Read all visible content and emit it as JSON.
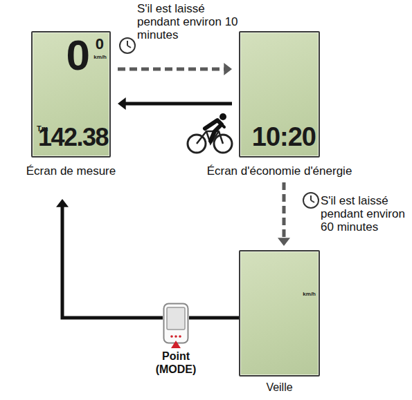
{
  "diagram": {
    "nodes": [
      {
        "text": [
          "Écran de mesure",
          "0",
          "0",
          "km/h",
          "Tm",
          "142.38"
        ]
      },
      {
        "text": [
          "Écran d'économie d'énergie",
          "10:20"
        ]
      },
      {
        "text": [
          "Point (MODE)"
        ]
      },
      {
        "text": [
          "Veille",
          "km/h"
        ]
      }
    ],
    "edges": [
      {
        "from": 0,
        "to": 1,
        "arrow": "to",
        "label": "S'il est laissé pendant environ 10 minutes"
      },
      {
        "from": 1,
        "to": 0,
        "arrow": "to"
      },
      {
        "from": 1,
        "to": 3,
        "arrow": "to",
        "label": "S'il est laissé pendant environ 60 minutes"
      },
      {
        "from": 3,
        "to": 2,
        "arrow": "none"
      },
      {
        "from": 2,
        "to": 0,
        "arrow": "to"
      }
    ]
  }
}
